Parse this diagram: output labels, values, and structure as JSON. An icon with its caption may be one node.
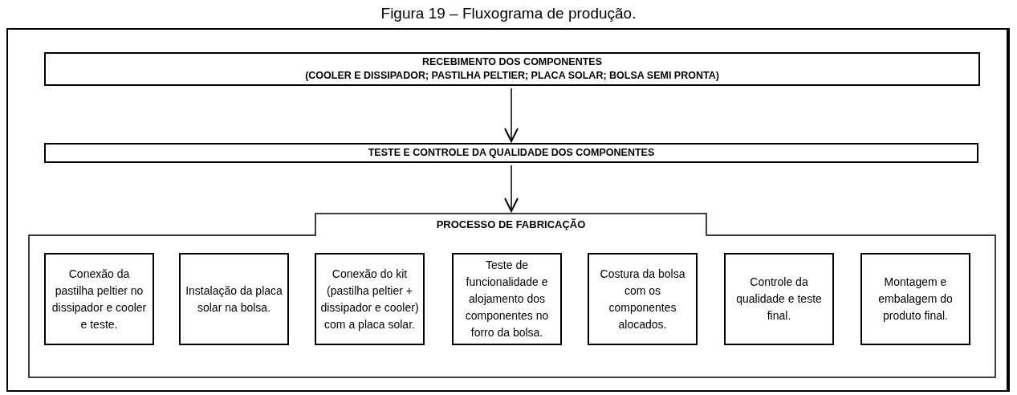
{
  "diagram": {
    "title": "Figura 19 – Fluxograma de produção.",
    "nodes": [
      {
        "text": [
          "RECEBIMENTO DOS COMPONENTES",
          "(COOLER E DISSIPADOR; PASTILHA PELTIER; PLACA SOLAR; BOLSA SEMI PRONTA)"
        ]
      },
      {
        "text": [
          "TESTE E CONTROLE DA QUALIDADE DOS COMPONENTES"
        ]
      },
      {
        "text": [
          "PROCESSO DE FABRICAÇÃO"
        ]
      },
      {
        "text": [
          "Conexão da pastilha peltier no dissipador e cooler e teste."
        ],
        "in": 2
      },
      {
        "text": [
          "Instalação da placa solar na bolsa."
        ],
        "in": 2
      },
      {
        "text": [
          "Conexão do kit (pastilha peltier + dissipador e cooler) com a placa solar."
        ],
        "in": 2
      },
      {
        "text": [
          "Teste de funcionalidade e alojamento dos componentes no forro da bolsa."
        ],
        "in": 2
      },
      {
        "text": [
          "Costura da bolsa com os componentes alocados."
        ],
        "in": 2
      },
      {
        "text": [
          "Controle da qualidade e teste final."
        ],
        "in": 2
      },
      {
        "text": [
          "Montagem e embalagem do produto final."
        ],
        "in": 2
      }
    ],
    "edges": [
      {
        "from": 0,
        "to": 1,
        "arrow": "to"
      },
      {
        "from": 1,
        "to": 2,
        "arrow": "to"
      }
    ]
  }
}
